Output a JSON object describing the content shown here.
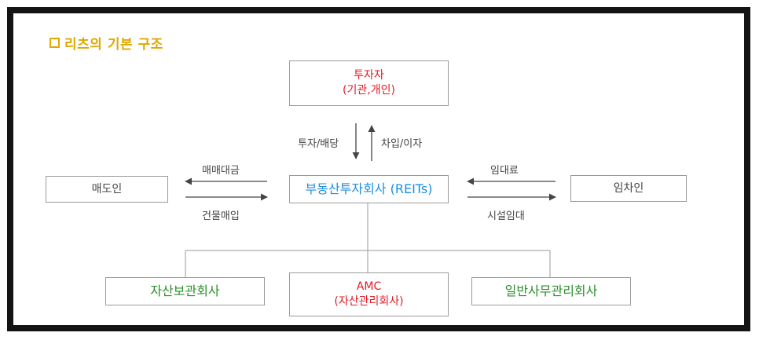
{
  "title": "리츠의 기본 구조",
  "nodes": {
    "investor": {
      "line1": "투자자",
      "line2": "(기관,개인)"
    },
    "reits": {
      "label": "부동산투자회사 (REITs)"
    },
    "seller": {
      "label": "매도인"
    },
    "tenant": {
      "label": "임차인"
    },
    "custodian": {
      "label": "자산보관회사"
    },
    "amc": {
      "line1": "AMC",
      "line2": "(자산관리회사)"
    },
    "admin": {
      "label": "일반사무관리회사"
    }
  },
  "edges": {
    "invest_dividend": "투자/배당",
    "borrow_interest": "차입/이자",
    "sale_price": "매매대금",
    "building_purchase": "건물매입",
    "rent": "임대료",
    "facility_lease": "시설임대"
  },
  "colors": {
    "title": "#e0a800",
    "red": "#e01b24",
    "blue": "#1b8fe0",
    "green": "#2a8f2a",
    "border": "#9a9a9a",
    "frame": "#141414"
  }
}
